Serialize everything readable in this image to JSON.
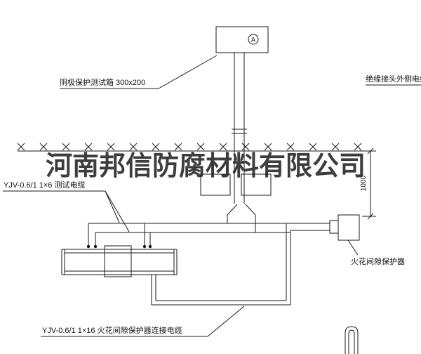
{
  "drawing": {
    "device_letter": "A",
    "labels": {
      "test_box": "阴极保护测试箱 300x200",
      "insulation_cable": "绝缘接头外侧电缆",
      "test_cable": "YJV-0.6/1 1×6 测试电缆",
      "spark_gap": "火花间隙保护器",
      "connection_cable": "YJV-0.6/1 1×16 火花间隙保护器连接电缆",
      "dimension": "1000"
    },
    "watermark": "河南邦信防腐材料有限公司",
    "colors": {
      "line": "#1a1a1a",
      "watermark": "#1c1c1c"
    }
  }
}
